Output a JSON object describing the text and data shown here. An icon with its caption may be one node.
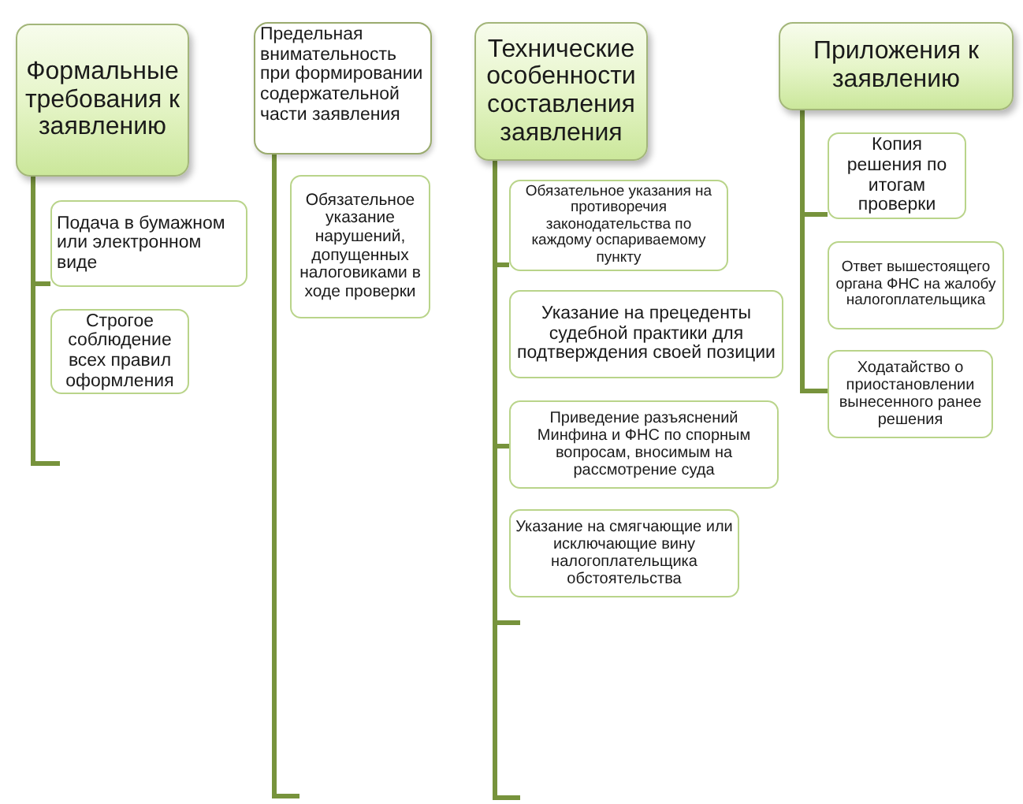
{
  "diagram": {
    "nodes": [
      {
        "text": [
          "Формальные требования к заявлению"
        ]
      },
      {
        "text": [
          "Подача в бумажном или электронном виде"
        ]
      },
      {
        "text": [
          "Строгое соблюдение всех правил оформления"
        ]
      },
      {
        "text": [
          "Предельная внимательность при формировании содержательной части заявления"
        ]
      },
      {
        "text": [
          "Обязательное указание нарушений, допущенных налоговиками в ходе проверки"
        ]
      },
      {
        "text": [
          "Технические особенности составления заявления"
        ]
      },
      {
        "text": [
          "Обязательное указания на противоречия законодательства по каждому оспариваемому пункту"
        ]
      },
      {
        "text": [
          "Указание на прецеденты судебной практики для подтверждения своей позиции"
        ]
      },
      {
        "text": [
          "Приведение разъяснений Минфина и ФНС по спорным вопросам, вносимым на рассмотрение суда"
        ]
      },
      {
        "text": [
          "Указание на смягчающие или исключающие вину налогоплательщика обстоятельства"
        ]
      },
      {
        "text": [
          "Приложения к заявлению"
        ]
      },
      {
        "text": [
          "Копия решения по итогам проверки"
        ]
      },
      {
        "text": [
          "Ответ вышестоящего органа ФНС на жалобу налогоплательщика"
        ]
      },
      {
        "text": [
          "Ходатайство о приостановлении вынесенного ранее решения"
        ]
      }
    ],
    "edges": [
      {
        "from": 0,
        "to": 1,
        "arrow": "none"
      },
      {
        "from": 0,
        "to": null,
        "arrow": "none"
      },
      {
        "from": 3,
        "to": null,
        "arrow": "none"
      },
      {
        "from": 5,
        "to": 6,
        "arrow": "none"
      },
      {
        "from": 5,
        "to": 8,
        "arrow": "none"
      },
      {
        "from": 5,
        "to": null,
        "arrow": "none"
      },
      {
        "from": 5,
        "to": null,
        "arrow": "none"
      },
      {
        "from": 10,
        "to": 11,
        "arrow": "none"
      },
      {
        "from": 10,
        "to": 13,
        "arrow": "none"
      }
    ]
  }
}
